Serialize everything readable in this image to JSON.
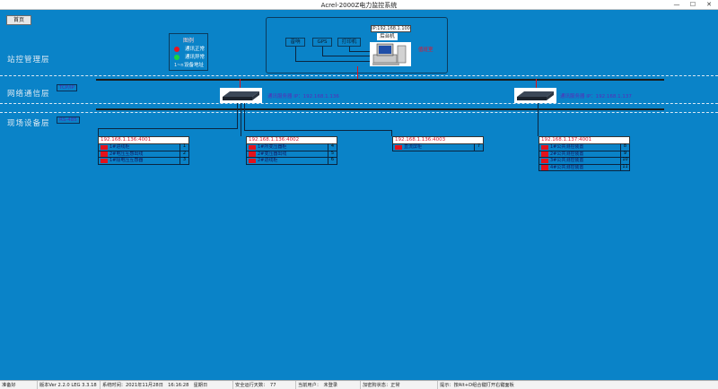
{
  "window": {
    "title": "Acrel-2000Z电力监控系统",
    "minimize_glyph": "—",
    "maximize_glyph": "☐",
    "close_glyph": "✕"
  },
  "toolbar": {
    "home_label": "首页"
  },
  "legend": {
    "title": "图例",
    "items": [
      {
        "label": "通讯正常",
        "color": "#e8141e"
      },
      {
        "label": "通讯异常",
        "color": "#18d640"
      },
      {
        "label": "设备地址",
        "ref": "1~n"
      }
    ]
  },
  "layers": {
    "station": "站控管理层",
    "network": "网络通信层",
    "field": "现场设备层",
    "network_tag": "TCP/IP",
    "field_tag": "RS-485"
  },
  "server_room": {
    "devices": [
      "音响",
      "GPS",
      "打印机"
    ],
    "backend_ip": "IP:192.168.1.100",
    "backend_label": "后台机",
    "room_label": "值班室"
  },
  "switches": [
    {
      "name": "通讯服务器 IP：192.168.1.136"
    },
    {
      "name": "通讯服务器 IP：192.168.1.137"
    }
  ],
  "panels": [
    {
      "header": "192.168.1.136:4001",
      "rows": [
        {
          "name": "1#进线柜",
          "num": "1"
        },
        {
          "name": "2#电压互感出线",
          "num": "2"
        },
        {
          "name": "1#隔电压互感器",
          "num": "3"
        }
      ]
    },
    {
      "header": "192.168.1.136:4002",
      "rows": [
        {
          "name": "1#所变压器柜",
          "num": "4"
        },
        {
          "name": "2#变压器出线",
          "num": "5"
        },
        {
          "name": "2#进线柜",
          "num": "6"
        }
      ]
    },
    {
      "header": "192.168.1.136:4003",
      "rows": [
        {
          "name": "直流屏柜",
          "num": "7"
        }
      ]
    },
    {
      "header": "192.168.1.137:4001",
      "rows": [
        {
          "name": "1#公共测控装置",
          "num": "8"
        },
        {
          "name": "2#公共测控装置",
          "num": "9"
        },
        {
          "name": "3#公共测控装置",
          "num": "10"
        },
        {
          "name": "4#公共测控装置",
          "num": "11"
        }
      ]
    }
  ],
  "status_bar": {
    "ready": "准备好",
    "version": "版本Ver 2.2.0 LEG 3.3.18",
    "system_time": "系统时间：2021年11月28日　16:16:28　星期日",
    "safe_days": "安全运行天数：　77",
    "current_user": "当前用户：　未登录",
    "server_status": "加密狗状态：正常",
    "hint": "提示：按Alt+D组合键打开右键面板"
  }
}
